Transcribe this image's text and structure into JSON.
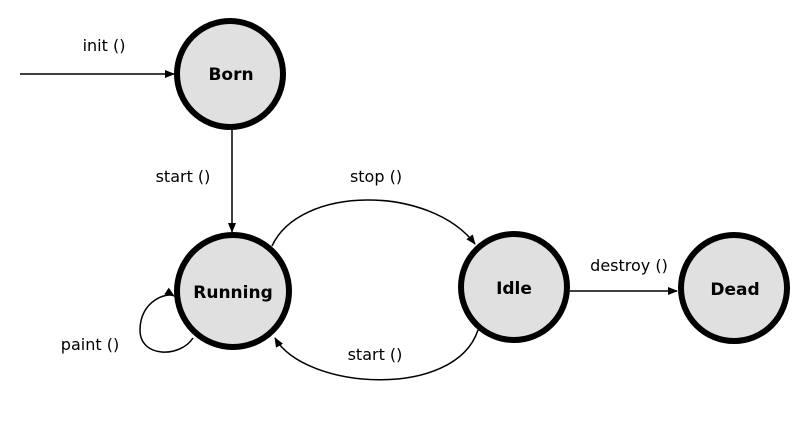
{
  "states": {
    "born": "Born",
    "running": "Running",
    "idle": "Idle",
    "dead": "Dead"
  },
  "transitions": {
    "init": "init ()",
    "start_born_running": "start ()",
    "stop": "stop ()",
    "start_idle_running": "start ()",
    "destroy": "destroy ()",
    "paint": "paint ()"
  },
  "colors": {
    "state_fill": "#e0e0e0",
    "state_stroke": "#000000",
    "edge": "#000000"
  }
}
